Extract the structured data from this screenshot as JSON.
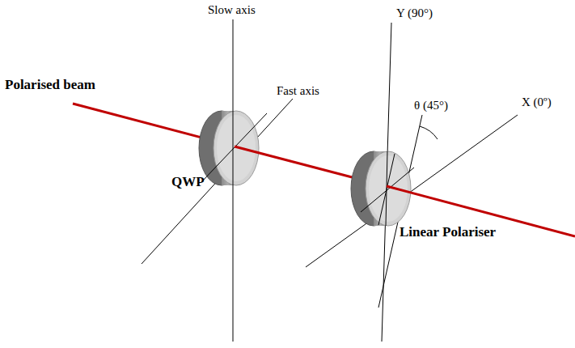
{
  "diagram": {
    "labels": [
      "Slow axis",
      "Fast axis",
      "Y (90°)",
      "θ (45°)",
      "X (0º)",
      "Polarised beam",
      "QWP",
      "Linear Polariser"
    ]
  }
}
